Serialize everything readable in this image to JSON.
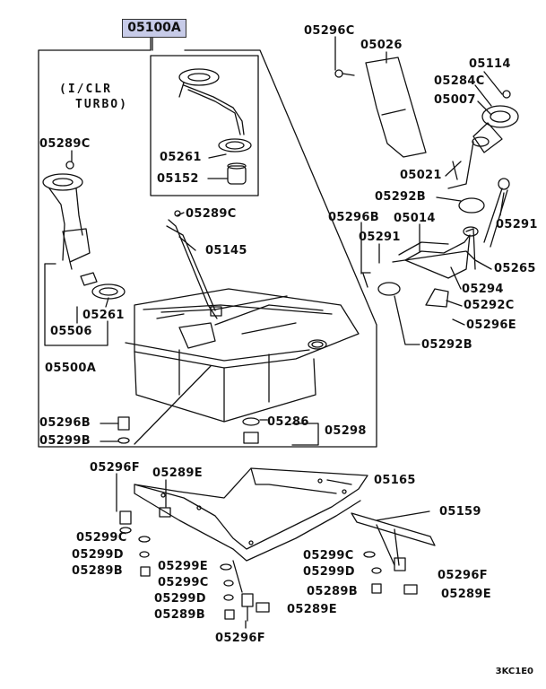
{
  "diagram": {
    "main_part": "05100A",
    "variant_note": [
      "(I/CLR",
      "TURBO)"
    ],
    "figure_code": "3KC1E0",
    "labels": {
      "p05296C_top": "05296C",
      "p05026": "05026",
      "p05114": "05114",
      "p05284C": "05284C",
      "p05007": "05007",
      "p05289C_left": "05289C",
      "p05261_top": "05261",
      "p05152": "05152",
      "p05021": "05021",
      "p05292B_top": "05292B",
      "p05291_right": "05291",
      "p05289C_mid": "05289C",
      "p05296B_mid": "05296B",
      "p05014": "05014",
      "p05145": "05145",
      "p05291_mid": "05291",
      "p05265": "05265",
      "p05294": "05294",
      "p05261_left": "05261",
      "p05292C": "05292C",
      "p05506": "05506",
      "p05296E": "05296E",
      "p05500A": "05500A",
      "p05292B_bot": "05292B",
      "p05296B_left": "05296B",
      "p05286": "05286",
      "p05298": "05298",
      "p05299B_left": "05299B",
      "p05296F_left": "05296F",
      "p05289E_top": "05289E",
      "p05165": "05165",
      "p05159": "05159",
      "p05299C_a": "05299C",
      "p05299D_a": "05299D",
      "p05289B_a": "05289B",
      "p05299E": "05299E",
      "p05299C_b": "05299C",
      "p05299D_b": "05299D",
      "p05289B_b": "05289B",
      "p05296F_bottom": "05296F",
      "p05289E_bottom": "05289E",
      "p05299C_c": "05299C",
      "p05299D_c": "05299D",
      "p05289B_c": "05289B",
      "p05296F_right": "05296F",
      "p05289E_right": "05289E"
    }
  }
}
